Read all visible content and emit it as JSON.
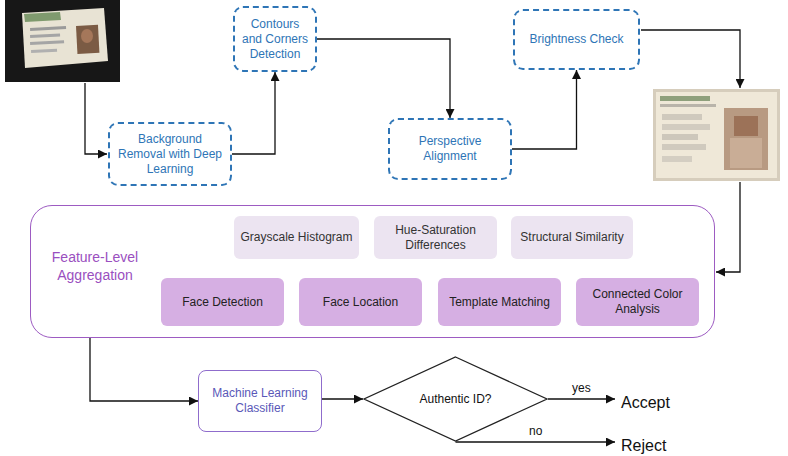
{
  "diagram": {
    "nodes": [
      {
        "text": [
          "Background Removal with Deep Learning"
        ]
      },
      {
        "text": [
          "Contours and Corners Detection"
        ]
      },
      {
        "text": [
          "Perspective Alignment"
        ]
      },
      {
        "text": [
          "Brightness Check"
        ]
      },
      {
        "text": [
          "Feature-Level Aggregation"
        ]
      },
      {
        "text": [
          "Grayscale Histogram"
        ],
        "in": 4
      },
      {
        "text": [
          "Hue-Saturation Differences"
        ],
        "in": 4
      },
      {
        "text": [
          "Structural Similarity"
        ],
        "in": 4
      },
      {
        "text": [
          "Face Detection"
        ],
        "in": 4
      },
      {
        "text": [
          "Face Location"
        ],
        "in": 4
      },
      {
        "text": [
          "Template Matching"
        ],
        "in": 4
      },
      {
        "text": [
          "Connected Color Analysis"
        ],
        "in": 4
      },
      {
        "text": [
          "Machine Learning Classifier"
        ]
      },
      {
        "text": [
          "Authentic ID?"
        ]
      },
      {
        "text": [
          "Accept"
        ]
      },
      {
        "text": [
          "Reject"
        ]
      }
    ],
    "edges": [
      {
        "from": 0,
        "to": 1,
        "arrow": "to"
      },
      {
        "from": 1,
        "to": 2,
        "arrow": "to"
      },
      {
        "from": 2,
        "to": 3,
        "arrow": "to"
      },
      {
        "from": 4,
        "to": 12,
        "arrow": "to"
      },
      {
        "from": 12,
        "to": 13,
        "arrow": "to"
      },
      {
        "from": 13,
        "to": 14,
        "label": "yes",
        "arrow": "to"
      },
      {
        "from": 13,
        "to": 15,
        "label": "no",
        "arrow": "to"
      }
    ]
  }
}
